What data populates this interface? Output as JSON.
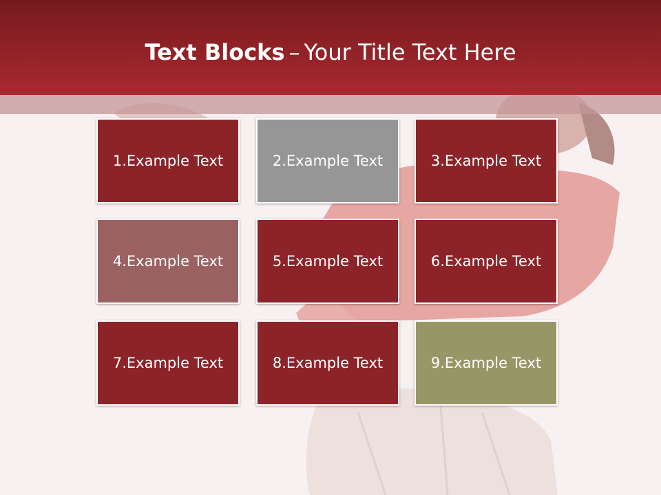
{
  "title": {
    "bold": "Text Blocks",
    "separator": "–",
    "rest": "Your Title Text Here"
  },
  "colors": {
    "title_bar": "#8c2126",
    "block_red": "#8c2329",
    "block_gray": "#969696",
    "block_mauve": "#9a6261",
    "block_olive": "#979667"
  },
  "blocks": [
    {
      "label": "1.Example Text",
      "color": "red"
    },
    {
      "label": "2.Example Text",
      "color": "gray"
    },
    {
      "label": "3.Example Text",
      "color": "red"
    },
    {
      "label": "4.Example Text",
      "color": "mauve"
    },
    {
      "label": "5.Example Text",
      "color": "red"
    },
    {
      "label": "6.Example Text",
      "color": "red"
    },
    {
      "label": "7.Example Text",
      "color": "red"
    },
    {
      "label": "8.Example Text",
      "color": "red"
    },
    {
      "label": "9.Example Text",
      "color": "olive"
    }
  ]
}
